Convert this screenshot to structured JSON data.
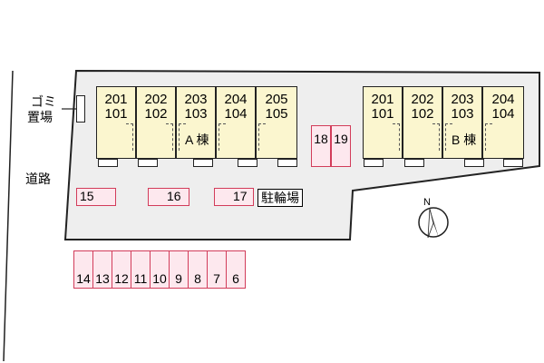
{
  "road_label": "道路",
  "garbage_label_line1": "ゴミ",
  "garbage_label_line2": "置場",
  "building_a": {
    "label": "A 棟",
    "units": [
      {
        "upper": "201",
        "lower": "101"
      },
      {
        "upper": "202",
        "lower": "102"
      },
      {
        "upper": "203",
        "lower": "103"
      },
      {
        "upper": "204",
        "lower": "104"
      },
      {
        "upper": "205",
        "lower": "105"
      }
    ]
  },
  "building_b": {
    "label": "B 棟",
    "units": [
      {
        "upper": "201",
        "lower": "101"
      },
      {
        "upper": "202",
        "lower": "102"
      },
      {
        "upper": "203",
        "lower": "103"
      },
      {
        "upper": "204",
        "lower": "104"
      }
    ]
  },
  "bicycle_parking_label": "駐輪場",
  "compass_label": "N",
  "parking": {
    "top_pair": [
      "18",
      "19"
    ],
    "middle_row": [
      "15",
      "16",
      "17"
    ],
    "bottom_row": [
      "14",
      "13",
      "12",
      "11",
      "10",
      "9",
      "8",
      "7",
      "6"
    ]
  },
  "colors": {
    "parking_border": "#d23c5a",
    "parking_fill": "#fde8ee",
    "building_fill": "#fbf6cf",
    "lot_fill": "#eeeeee"
  }
}
